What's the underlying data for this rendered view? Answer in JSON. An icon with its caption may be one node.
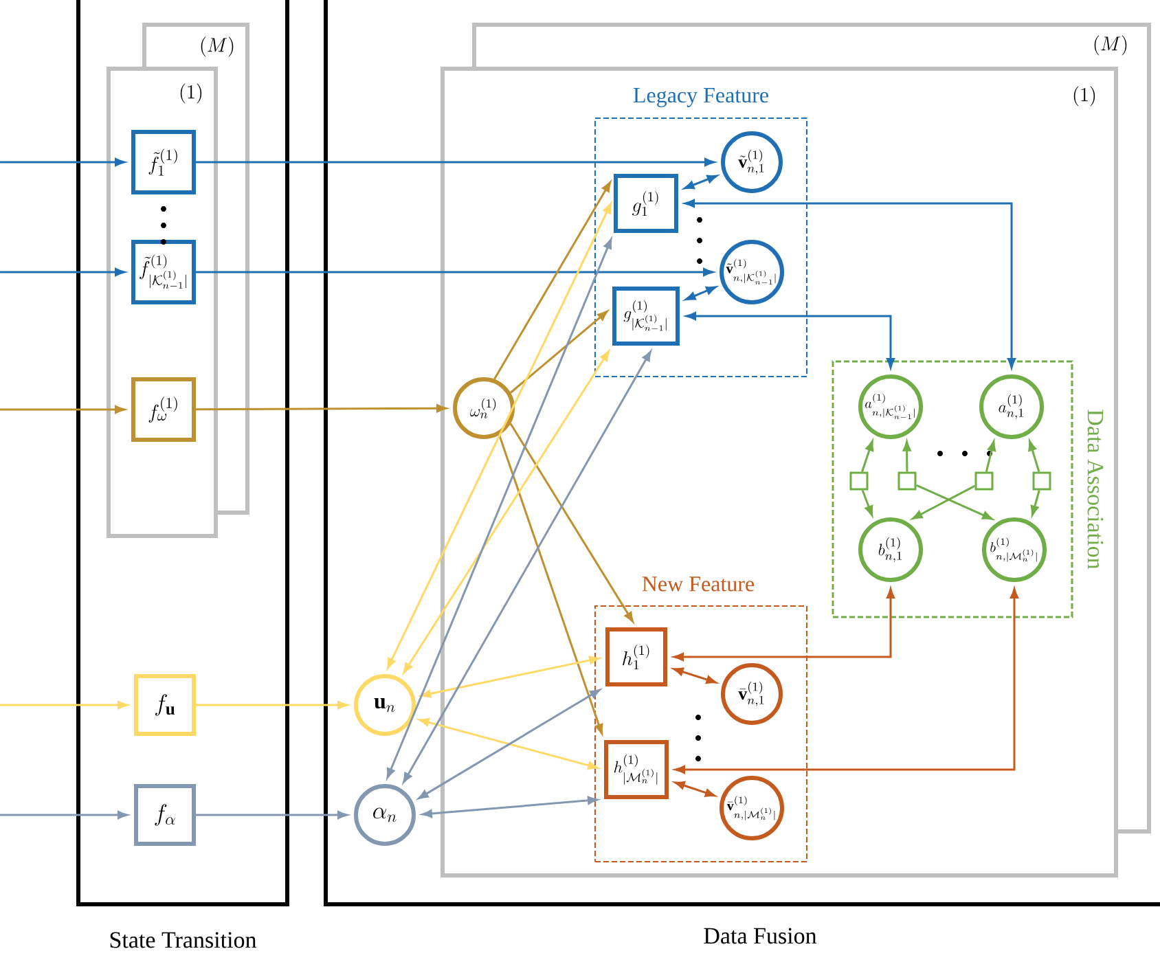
{
  "diagram": {
    "nodes": [
      {
        "text": [
          "State Transition"
        ]
      },
      {
        "text": [
          "\\tilde{f}^{(1)}_{1}"
        ],
        "in": 0
      },
      {
        "text": [
          "\\tilde{f}^{(1)}_{|\\mathcal{K}^{(1)}_{n-1}|}"
        ],
        "in": 0
      },
      {
        "text": [
          "f^{(1)}_{\\omega}"
        ],
        "in": 0
      },
      {
        "text": [
          "f_{\\mathbf{u}}"
        ],
        "in": 0
      },
      {
        "text": [
          "f_{\\alpha}"
        ],
        "in": 0
      },
      {
        "text": [
          "Data Fusion"
        ]
      },
      {
        "text": [
          "\\omega^{(1)}_{n}"
        ],
        "in": 6
      },
      {
        "text": [
          "\\mathbf{u}_{n}"
        ],
        "in": 6
      },
      {
        "text": [
          "\\alpha_{n}"
        ],
        "in": 6
      },
      {
        "text": [
          "Legacy Feature"
        ],
        "in": 6
      },
      {
        "text": [
          "\\tilde{\\mathbf{v}}^{(1)}_{n,1}"
        ],
        "in": 10
      },
      {
        "text": [
          "g^{(1)}_{1}"
        ],
        "in": 10
      },
      {
        "text": [
          "\\tilde{\\mathbf{v}}^{(1)}_{n,|\\mathcal{K}^{(1)}_{n-1}|}"
        ],
        "in": 10
      },
      {
        "text": [
          "g^{(1)}_{|\\mathcal{K}^{(1)}_{n-1}|}"
        ],
        "in": 10
      },
      {
        "text": [
          "Data Association"
        ],
        "in": 6
      },
      {
        "text": [
          "a^{(1)}_{n,|\\mathcal{K}^{(1)}_{n-1}|}"
        ],
        "in": 15
      },
      {
        "text": [
          "a^{(1)}_{n,1}"
        ],
        "in": 15
      },
      {
        "text": [],
        "shape": "box",
        "in": 15
      },
      {
        "text": [],
        "shape": "box",
        "in": 15
      },
      {
        "text": [],
        "shape": "box",
        "in": 15
      },
      {
        "text": [],
        "shape": "box",
        "in": 15
      },
      {
        "text": [
          "b^{(1)}_{n,1}"
        ],
        "in": 15
      },
      {
        "text": [
          "b^{(1)}_{n,|\\mathcal{M}^{(1)}_{n}|}"
        ],
        "in": 15
      },
      {
        "text": [
          "New Feature"
        ],
        "in": 6
      },
      {
        "text": [
          "h^{(1)}_{1}"
        ],
        "in": 24
      },
      {
        "text": [
          "\\bar{\\mathbf{v}}^{(1)}_{n,1}"
        ],
        "in": 24
      },
      {
        "text": [
          "h^{(1)}_{|\\mathcal{M}^{(1)}_{n}|}"
        ],
        "in": 24
      },
      {
        "text": [
          "\\bar{\\mathbf{v}}^{(1)}_{n,|\\mathcal{M}^{(1)}_{n}|}"
        ],
        "in": 24
      }
    ],
    "edges": [
      {
        "from": null,
        "to": 1,
        "arrow": "to",
        "color": "#1f6fb5"
      },
      {
        "from": null,
        "to": 2,
        "arrow": "to",
        "color": "#1f6fb5"
      },
      {
        "from": null,
        "to": 3,
        "arrow": "to",
        "color": "#bf902f"
      },
      {
        "from": null,
        "to": 4,
        "arrow": "to",
        "color": "#ffd966"
      },
      {
        "from": null,
        "to": 5,
        "arrow": "to",
        "color": "#8497b0"
      },
      {
        "from": 1,
        "to": 11,
        "arrow": "to",
        "color": "#1f6fb5"
      },
      {
        "from": 2,
        "to": 13,
        "arrow": "to",
        "color": "#1f6fb5"
      },
      {
        "from": 3,
        "to": 7,
        "arrow": "to",
        "color": "#bf902f"
      },
      {
        "from": 4,
        "to": 8,
        "arrow": "to",
        "color": "#ffd966"
      },
      {
        "from": 5,
        "to": 9,
        "arrow": "to",
        "color": "#8497b0"
      },
      {
        "from": 12,
        "to": 11,
        "arrow": "both",
        "color": "#1f6fb5"
      },
      {
        "from": 14,
        "to": 13,
        "arrow": "both",
        "color": "#1f6fb5"
      },
      {
        "from": 12,
        "to": 17,
        "arrow": "both",
        "color": "#1f6fb5"
      },
      {
        "from": 14,
        "to": 16,
        "arrow": "both",
        "color": "#1f6fb5"
      },
      {
        "from": 25,
        "to": 22,
        "arrow": "both",
        "color": "#c55a1e"
      },
      {
        "from": 27,
        "to": 23,
        "arrow": "both",
        "color": "#c55a1e"
      },
      {
        "from": 25,
        "to": 26,
        "arrow": "both",
        "color": "#c55a1e"
      },
      {
        "from": 27,
        "to": 28,
        "arrow": "both",
        "color": "#c55a1e"
      },
      {
        "from": 18,
        "to": 16,
        "arrow": "to",
        "color": "#70ad47"
      },
      {
        "from": 18,
        "to": 22,
        "arrow": "to",
        "color": "#70ad47"
      },
      {
        "from": 19,
        "to": 16,
        "arrow": "to",
        "color": "#70ad47"
      },
      {
        "from": 19,
        "to": 23,
        "arrow": "to",
        "color": "#70ad47"
      },
      {
        "from": 20,
        "to": 17,
        "arrow": "to",
        "color": "#70ad47"
      },
      {
        "from": 20,
        "to": 22,
        "arrow": "to",
        "color": "#70ad47"
      },
      {
        "from": 21,
        "to": 17,
        "arrow": "to",
        "color": "#70ad47"
      },
      {
        "from": 21,
        "to": 23,
        "arrow": "to",
        "color": "#70ad47"
      },
      {
        "from": 7,
        "to": 12,
        "arrow": "to",
        "color": "#bf902f"
      },
      {
        "from": 7,
        "to": 14,
        "arrow": "to",
        "color": "#bf902f"
      },
      {
        "from": 7,
        "to": 25,
        "arrow": "to",
        "color": "#bf902f"
      },
      {
        "from": 7,
        "to": 27,
        "arrow": "to",
        "color": "#bf902f"
      },
      {
        "from": 8,
        "to": 12,
        "arrow": "both",
        "color": "#ffd966"
      },
      {
        "from": 8,
        "to": 14,
        "arrow": "both",
        "color": "#ffd966"
      },
      {
        "from": 8,
        "to": 25,
        "arrow": "both",
        "color": "#ffd966"
      },
      {
        "from": 8,
        "to": 27,
        "arrow": "both",
        "color": "#ffd966"
      },
      {
        "from": 9,
        "to": 12,
        "arrow": "both",
        "color": "#8497b0"
      },
      {
        "from": 9,
        "to": 14,
        "arrow": "both",
        "color": "#8497b0"
      },
      {
        "from": 9,
        "to": 25,
        "arrow": "both",
        "color": "#8497b0"
      },
      {
        "from": 9,
        "to": 27,
        "arrow": "both",
        "color": "#8497b0"
      }
    ],
    "labels": [
      "(M)",
      "(1)",
      "(M)",
      "(1)"
    ]
  }
}
